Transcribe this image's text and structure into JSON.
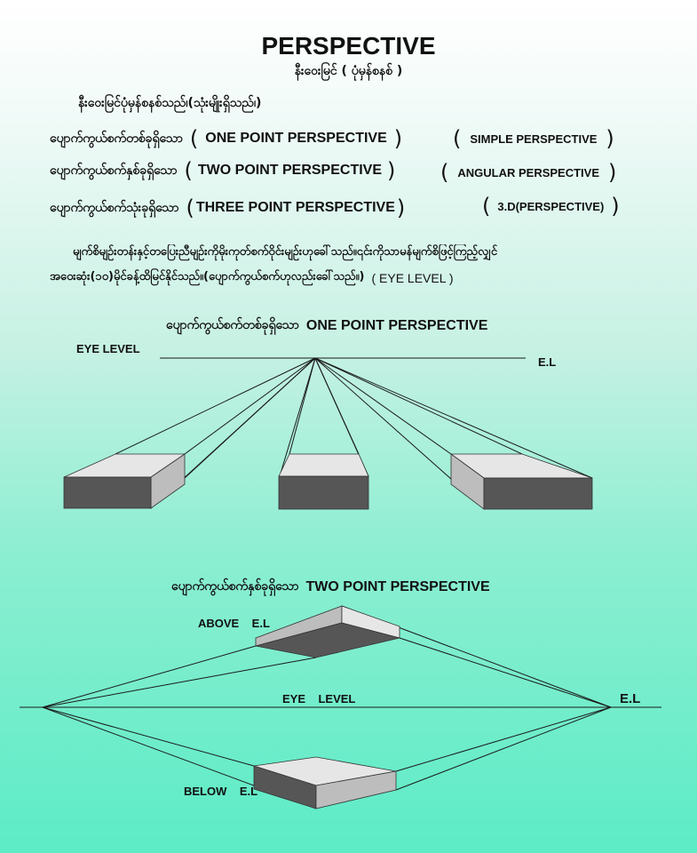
{
  "header": {
    "title": "PERSPECTIVE",
    "subtitle": "နီးဝေးမြင် ( ပုံမှန်စနစ် )"
  },
  "intro": "နီးဝေးမြင်ပုံမှန်စနစ်သည်၊(သုံးမျိုးရှိသည်၊)",
  "types": [
    {
      "mm": "ပျောက်ကွယ်စက်တစ်ခုရှိသော",
      "en": "ONE POINT PERSPECTIVE",
      "alt": "SIMPLE  PERSPECTIVE"
    },
    {
      "mm": "ပျောက်ကွယ်စက်နှစ်ခုရှိသော",
      "en": "TWO POINT PERSPECTIVE",
      "alt": "ANGULAR PERSPECTIVE"
    },
    {
      "mm": "ပျောက်ကွယ်စက်သုံးခုရှိသော",
      "en": "THREE POINT PERSPECTIVE",
      "alt": "3.D(PERSPECTIVE)"
    }
  ],
  "paragraph": {
    "line1": "မျက်စိမျဥ်းတန်းနှင့်တပြေးညီမျဥ်းကိုမိုးကုတ်စက်ဝိုင်းမျဥ်းဟုခေါ်သည်။၎င်းကိုသာမန်မျက်စိဖြင့်ကြည့်လျှင်",
    "line2": "အဝေးဆုံး(၁၀)မိုင်ခန့်ထိမြင်နိုင်သည်။(ပျောက်ကွယ်စက်ဟုလည်းခေါ်သည်။)",
    "tag": "( EYE  LEVEL )"
  },
  "one_point": {
    "heading_mm": "ပျောက်ကွယ်စက်တစ်ခုရှိသော",
    "heading_en": "ONE POINT PERSPECTIVE",
    "eye_level_label": "EYE    LEVEL",
    "el_label": "E.L"
  },
  "two_point": {
    "heading_mm": "ပျောက်ကွယ်စက်နှစ်ခုရှိသော",
    "heading_en": "TWO POINT PERSPECTIVE",
    "above_label": "ABOVE    E.L",
    "eye_level_label": "EYE    LEVEL",
    "el_label": "E.L",
    "below_label": "BELOW    E.L"
  },
  "colors": {
    "box_front": "#565656",
    "box_top": "#e6e6e6",
    "box_side": "#bdbdbd",
    "line": "#1a1a1a"
  }
}
